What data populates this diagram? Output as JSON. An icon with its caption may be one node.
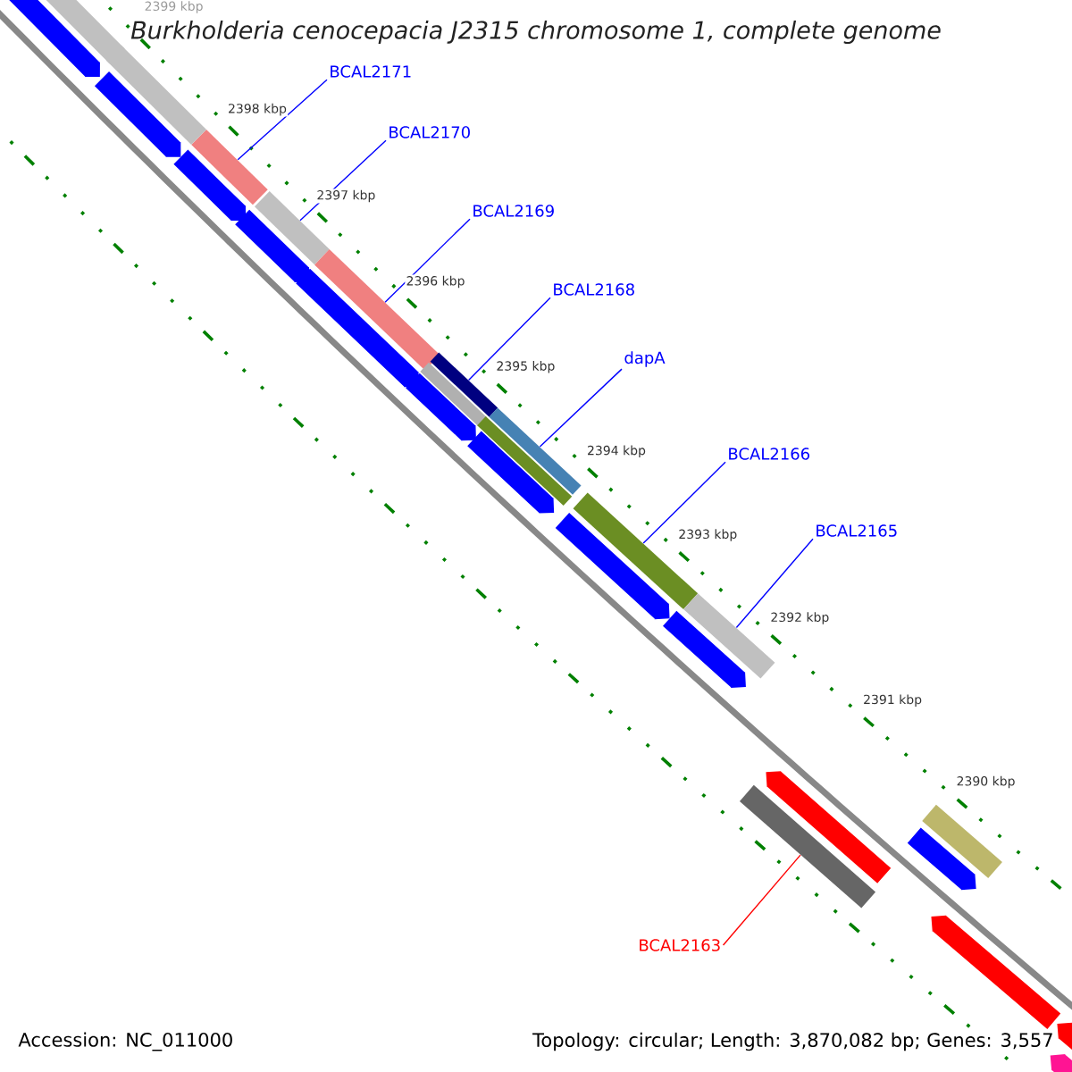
{
  "diagram": {
    "title": "Burkholderia cenocepacia J2315 chromosome 1, complete genome",
    "nodes": [
      {
        "text": [
          "BCAL2171"
        ]
      },
      {
        "text": [
          "BCAL2170"
        ]
      },
      {
        "text": [
          "BCAL2169"
        ]
      },
      {
        "text": [
          "BCAL2168"
        ]
      },
      {
        "text": [
          "dapA"
        ]
      },
      {
        "text": [
          "BCAL2166"
        ]
      },
      {
        "text": [
          "BCAL2165"
        ]
      },
      {
        "text": [
          "BCAL2163"
        ]
      },
      {
        "text": [],
        "shape": "bar"
      },
      {
        "text": [],
        "shape": "bar"
      },
      {
        "text": [],
        "shape": "bar"
      },
      {
        "text": [],
        "shape": "bar"
      },
      {
        "text": [],
        "shape": "bar"
      },
      {
        "text": [],
        "shape": "bar"
      },
      {
        "text": [],
        "shape": "bar"
      },
      {
        "text": [],
        "shape": "bar"
      },
      {
        "text": [],
        "shape": "bar"
      },
      {
        "text": [],
        "shape": "bar"
      },
      {
        "text": [],
        "shape": "bar"
      },
      {
        "text": [],
        "shape": "bar"
      },
      {
        "text": [],
        "shape": "bar"
      },
      {
        "text": [],
        "shape": "arrow"
      },
      {
        "text": [],
        "shape": "arrow"
      },
      {
        "text": [],
        "shape": "arrow"
      },
      {
        "text": [],
        "shape": "arrow"
      },
      {
        "text": [],
        "shape": "arrow"
      },
      {
        "text": [],
        "shape": "arrow"
      },
      {
        "text": [],
        "shape": "arrow"
      },
      {
        "text": [],
        "shape": "arrow"
      },
      {
        "text": [],
        "shape": "arrow"
      },
      {
        "text": [],
        "shape": "arrow"
      },
      {
        "text": [],
        "shape": "arrow"
      },
      {
        "text": [],
        "shape": "arrow"
      },
      {
        "text": [],
        "shape": "arrow"
      },
      {
        "text": [],
        "shape": "arrow"
      }
    ],
    "edges": [
      {
        "from": 0,
        "to": 8,
        "arrow": "none"
      },
      {
        "from": 1,
        "to": 9,
        "arrow": "none"
      },
      {
        "from": 2,
        "to": 10,
        "arrow": "none"
      },
      {
        "from": 3,
        "to": 11,
        "arrow": "none"
      },
      {
        "from": 4,
        "to": 12,
        "arrow": "none"
      },
      {
        "from": 5,
        "to": 13,
        "arrow": "none"
      },
      {
        "from": 6,
        "to": 14,
        "arrow": "none"
      },
      {
        "from": 7,
        "to": 15,
        "arrow": "none",
        "color": "#ff0000"
      }
    ],
    "labels": [
      "2399 kbp",
      "2398 kbp",
      "2397 kbp",
      "2396 kbp",
      "2395 kbp",
      "2394 kbp",
      "2393 kbp",
      "2392 kbp",
      "2391 kbp",
      "2390 kbp",
      "Accession: NC_011000",
      "Topology: circular; Length: 3,870,082 bp; Genes: 3,557"
    ]
  }
}
